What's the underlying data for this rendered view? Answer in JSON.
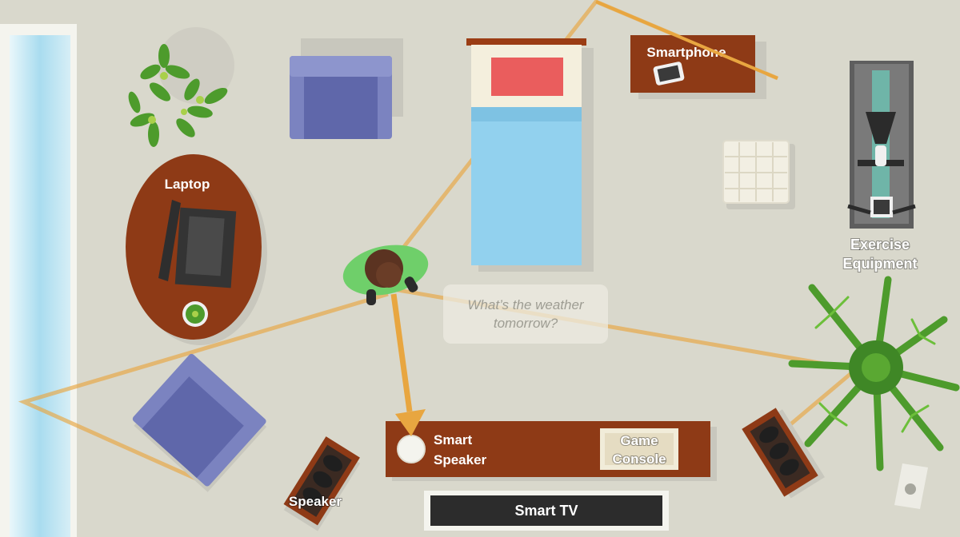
{
  "labels": {
    "laptop": "Laptop",
    "smartphone": "Smartphone",
    "exercise_line1": "Exercise",
    "exercise_line2": "Equipment",
    "smart_speaker_line1": "Smart",
    "smart_speaker_line2": "Speaker",
    "game_console_line1": "Game",
    "game_console_line2": "Console",
    "speaker": "Speaker",
    "smart_tv": "Smart TV"
  },
  "speech_bubble": {
    "line1": "What’s the weather",
    "line2": "tomorrow?"
  },
  "colors": {
    "floor": "#d9d8cc",
    "furniture_brown": "#8e3a16",
    "chair_blue": "#7b83c0",
    "bed_blue": "#92d1ee",
    "pillow_red": "#ea5d5d",
    "signal_orange": "#e8a640",
    "plant_green": "#4d9b2c",
    "person_green": "#6fcf6a",
    "window_blue": "#bfe6f2"
  }
}
